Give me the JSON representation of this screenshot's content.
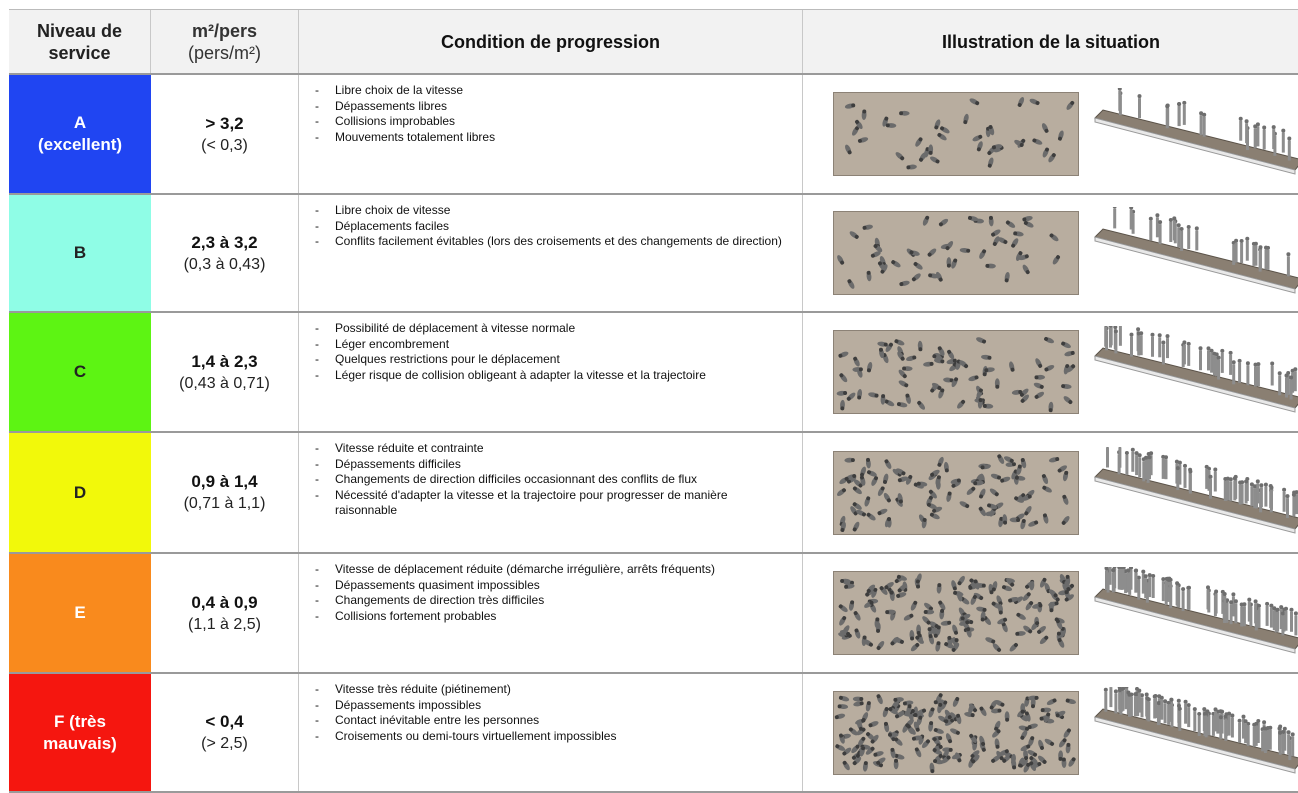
{
  "header": {
    "level": "Niveau de service",
    "density_main": "m²/pers",
    "density_sub": "(pers/m²)",
    "condition": "Condition de progression",
    "illustration": "Illustration de la situation"
  },
  "rows": [
    {
      "level": "A (excellent)",
      "color": "#2045f2",
      "density_main": "> 3,2",
      "density_sub": "(< 0,3)",
      "conditions": [
        "Libre choix de la vitesse",
        "Dépassements libres",
        "Collisions improbables",
        "Mouvements totalement libres"
      ],
      "crowd": 0.15
    },
    {
      "level": "B",
      "color": "#8ffde6",
      "density_main": "2,3 à 3,2",
      "density_sub": "(0,3 à 0,43)",
      "conditions": [
        "Libre choix de vitesse",
        "Déplacements faciles",
        "Conflits facilement évitables (lors des croisements et des changements de direction)"
      ],
      "crowd": 0.2
    },
    {
      "level": "C",
      "color": "#5df413",
      "density_main": "1,4 à 2,3",
      "density_sub": "(0,43 à 0,71)",
      "conditions": [
        "Possibilité de déplacement à vitesse normale",
        "Léger encombrement",
        "Quelques restrictions pour le déplacement",
        "Léger risque de collision obligeant à adapter la vitesse et la trajectoire"
      ],
      "crowd": 0.4
    },
    {
      "level": "D",
      "color": "#f2f90a",
      "density_main": "0,9 à 1,4",
      "density_sub": "(0,71 à 1,1)",
      "conditions": [
        "Vitesse réduite et contrainte",
        "Dépassements difficiles",
        "Changements de direction difficiles occasionnant des conflits de flux",
        "Nécessité d'adapter la vitesse et la trajectoire pour progresser de manière raisonnable"
      ],
      "crowd": 0.55
    },
    {
      "level": "E",
      "color": "#f98a1d",
      "density_main": "0,4 à 0,9",
      "density_sub": "(1,1 à 2,5)",
      "conditions": [
        "Vitesse de déplacement réduite (démarche irrégulière, arrêts fréquents)",
        "Dépassements quasiment impossibles",
        "Changements de direction très difficiles",
        "Collisions fortement probables"
      ],
      "crowd": 0.85
    },
    {
      "level": "F (très mauvais)",
      "color": "#f5160f",
      "density_main": "< 0,4",
      "density_sub": "(> 2,5)",
      "conditions": [
        "Vitesse très réduite (piétinement)",
        "Dépassements impossibles",
        "Contact inévitable entre les personnes",
        "Croisements ou demi-tours virtuellement impossibles"
      ],
      "crowd": 1.0
    }
  ]
}
